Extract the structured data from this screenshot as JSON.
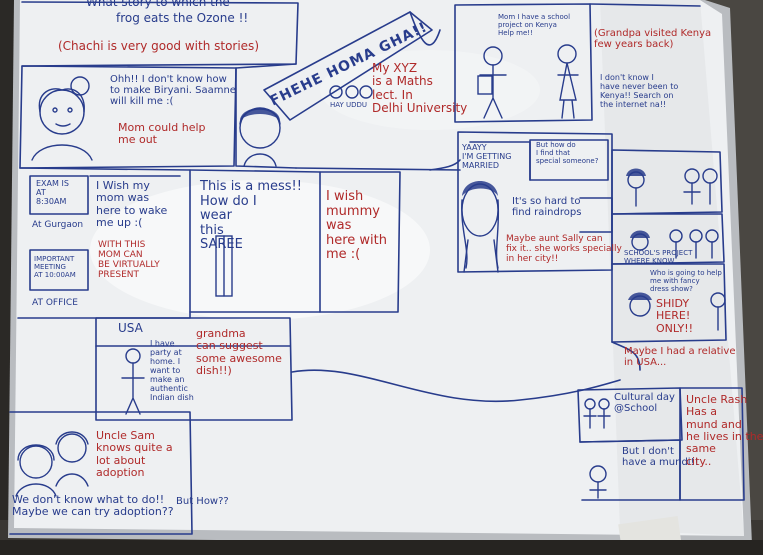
{
  "photo": {
    "subject": "whiteboard with hand-drawn storyboard sketches",
    "colors": {
      "board": "#eef0f2",
      "frame": "#b9bcc0",
      "blue_marker": "#283c8c",
      "red_marker": "#b02a2a",
      "wall": "#2b2926"
    }
  },
  "panels": {
    "top_left": {
      "line1": "What story to which the",
      "line2": "frog eats the Ozone !!",
      "red": "(Chachi is very good with stories)"
    },
    "biryani": {
      "blue": "Ohh!! I don't know how\nto make Biryani. Saamne\nwill kill me :(",
      "red": "Mom could help\nme out"
    },
    "fanfare": {
      "banner": "FHEHE HOMA GHA!!",
      "mini": "HAY UDDU",
      "red": "My XYZ\nis a Maths\nlect. In\nDelhi University"
    },
    "kenya": {
      "bubble": "Mom I have a school\nproject on Kenya\nHelp me!!",
      "red": "(Grandpa visited Kenya\nfew years back)",
      "bubble2": "I don't know I\nhave never been to\nKenya!! Search on\nthe internet na!!"
    },
    "married": {
      "yay": "YAAYY\nI'M GETTING\nMARRIED",
      "how": "But how do\nI find that\nspecial someone?",
      "hard": "It's so hard to\nfind raindrops",
      "red": "Maybe aunt Sally can\nfix it.. she works specially\nin her city!!"
    },
    "right_small": {
      "a": "SCHOOL'S PROJECT\nWHERE KNOW",
      "b": "Who is going to help\nme with fancy\ndress show?",
      "c": "SHIDY\nHERE!\nONLY!!"
    },
    "exam": {
      "box1": "EXAM IS\nAT\n8:30AM",
      "label1": "At Gurgaon",
      "box2": "IMPORTANT\nMEETING\nAT 10:00AM",
      "label2": "AT OFFICE",
      "blue": "I Wish my\nmom was\nhere to wake\nme up :(",
      "red": "WITH THIS\nMOM CAN\nBE VIRTUALLY\nPRESENT"
    },
    "saree": {
      "blue": "This is a mess!!\nHow do I\nwear\nthis\nSAREE",
      "red": "I wish\nmummy\nwas\nhere with\nme :("
    },
    "usa": {
      "label": "USA",
      "blue": "I have\nparty at\nhome. I\nwant to\nmake an\nauthentic\nIndian dish",
      "red": "grandma\ncan suggest\nsome awesome\ndish!!)"
    },
    "adoption": {
      "red": "Uncle Sam\nknows quite a\nlot about\nadoption",
      "blue": "We don't know what to do!!\nMaybe we can try adoption??",
      "blue2": "But How??"
    },
    "uncle": {
      "blue": "Cultural day\n@School",
      "bubble": "But I don't\nhave a mundi!!",
      "red": "Uncle Rash\nHas a\nmund and\nhe lives in the\nsame\ncity.."
    },
    "maybe": {
      "red": "Maybe I had a relative\nin USA..."
    }
  }
}
